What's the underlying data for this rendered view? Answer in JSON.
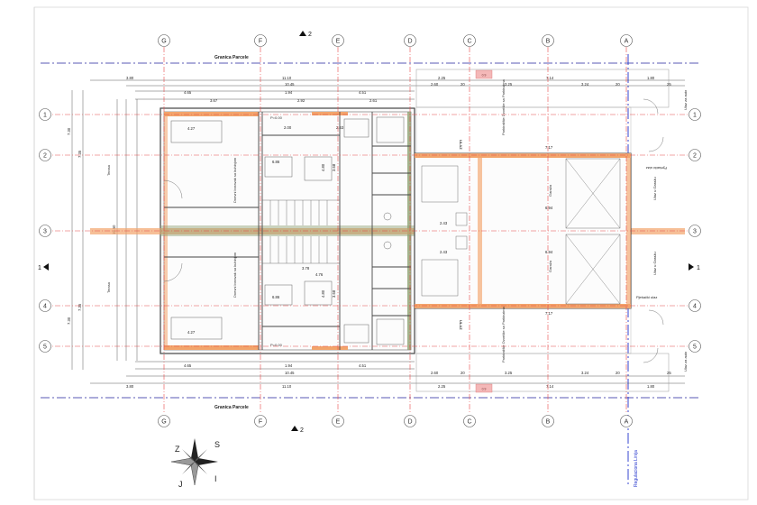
{
  "grid": {
    "columns": [
      "G",
      "F",
      "E",
      "D",
      "C",
      "B",
      "A"
    ],
    "rows": [
      "1",
      "2",
      "3",
      "4",
      "5"
    ]
  },
  "labels": {
    "parcel_border_top": "Granica Parcele",
    "parcel_border_bottom": "Granica Parcele",
    "regulation_line": "Regulaciona Linija",
    "section_top": "2",
    "section_bottom": "2",
    "section_left": "1",
    "section_right": "1",
    "street_top": "Ulaz za auto",
    "street_mid": "Ulaz u Garažu",
    "street_mid2": "Ulaz u Garažu",
    "pedestrian_1": "Pješački ulaz",
    "pedestrian_2": "Pješački ulaz",
    "street_bottom": "Ulaz za auto",
    "ulaz_top": "ULAZ",
    "ulaz_bottom": "ULAZ",
    "parking_top": "Parkiralište Dvorište sa Parkinzima",
    "parking_bottom": "Parkiralište Dvorište sa Parkinzima",
    "garage_top": "Garaža",
    "garage_bottom": "Garaža",
    "living_top": "Dnevni boravak sa kuhinjom",
    "living_bottom": "Dnevni boravak sa kuhinjom",
    "terrace_top": "Terasa",
    "terrace_bottom": "Terasa",
    "level_top": "P=0.00",
    "level_bottom": "P=0.00",
    "pink_top": "0.9",
    "pink_bottom": "0.9",
    "compass_n": "S",
    "compass_s": "J",
    "compass_e": "Z",
    "compass_w": "I"
  },
  "dimensions": {
    "top_row1": [
      "3.80",
      "11.10",
      "2.25",
      "7.14",
      "1.80"
    ],
    "top_row2": [
      "10.45",
      "2.60",
      "20",
      "3.25",
      "3.24",
      "20",
      "25"
    ],
    "top_row3": [
      "4.65",
      "1.94",
      "4.51"
    ],
    "top_row4": [
      "3.67",
      "2.92",
      "2.61"
    ],
    "bottom_row1": [
      "3.80",
      "11.10",
      "2.25",
      "7.14",
      "1.80"
    ],
    "bottom_row2": [
      "10.45",
      "2.60",
      "20",
      "3.25",
      "3.24",
      "20",
      "25"
    ],
    "bottom_row3": [
      "4.65",
      "1.94",
      "4.51"
    ],
    "left_col": [
      "7.30",
      "7.35",
      "19.50",
      "7.35",
      "7.30"
    ],
    "inner": [
      "4.27",
      "4.27",
      "2.00",
      "2.63",
      "6.86",
      "6.86",
      "3.78",
      "4.76",
      "7.17",
      "7.17",
      "6.94",
      "6.94",
      "2.43",
      "2.43",
      "3.68",
      "3.68",
      "4.80",
      "4.80"
    ]
  },
  "colors": {
    "grid_line": "#e64a4a",
    "parcel_line": "#5a5ab4",
    "wall": "#444444",
    "insulation": "#f2a46b",
    "partition": "#8fa070",
    "regulation": "#2233cc"
  }
}
